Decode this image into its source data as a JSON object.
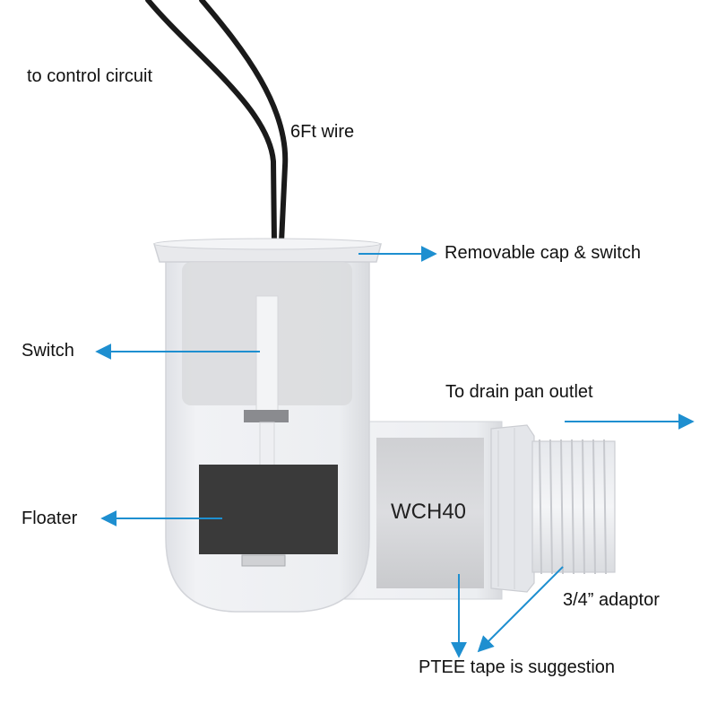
{
  "labels": {
    "control_circuit": "to control circuit",
    "wire": "6Ft wire",
    "cap_switch": "Removable cap & switch",
    "switch": "Switch",
    "drain_outlet": "To drain pan outlet",
    "floater": "Floater",
    "adaptor": "3/4” adaptor",
    "ptee_tape": "PTEE tape is suggestion"
  },
  "product": {
    "model": "WCH40"
  },
  "colors": {
    "arrow": "#1e8fd0",
    "wire": "#1a1a1a",
    "housing": "#e9eaed",
    "floater": "#3a3a3a",
    "band": "#d5d5d8"
  }
}
